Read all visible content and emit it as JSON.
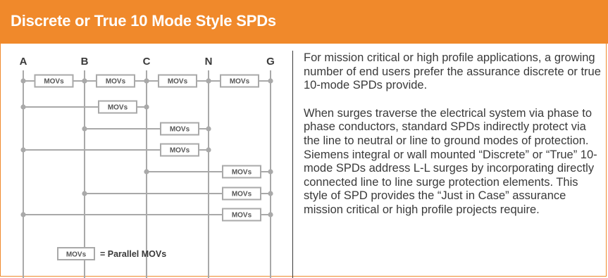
{
  "header": {
    "title": "Discrete or True 10 Mode Style SPDs"
  },
  "colors": {
    "accent": "#f0892b",
    "line": "#a9a9a9",
    "text": "#3a3a3a"
  },
  "diagram": {
    "columns": [
      "A",
      "B",
      "C",
      "N",
      "G"
    ],
    "device_label": "MOVs",
    "connections": [
      [
        "A",
        "B"
      ],
      [
        "B",
        "C"
      ],
      [
        "C",
        "N"
      ],
      [
        "N",
        "G"
      ],
      [
        "A",
        "C"
      ],
      [
        "B",
        "N"
      ],
      [
        "A",
        "N"
      ],
      [
        "C",
        "G"
      ],
      [
        "B",
        "G"
      ],
      [
        "A",
        "G"
      ]
    ],
    "legend": {
      "box_label": "MOVs",
      "text": "= Parallel MOVs"
    }
  },
  "text": {
    "paragraphs": [
      "For mission critical or high profile applications, a growing number of end users prefer the assurance discrete or true 10-mode SPDs provide.",
      "When surges traverse the electrical system via phase to phase conductors, standard SPDs indirectly protect via the line to neutral or line to ground modes of protection. Siemens integral or wall mounted “Discrete” or “True” 10-mode SPDs address L-L surges by incorporating directly connected line to line surge protection elements. This style of SPD provides the “Just in Case” assurance mission critical or high profile projects require."
    ]
  }
}
